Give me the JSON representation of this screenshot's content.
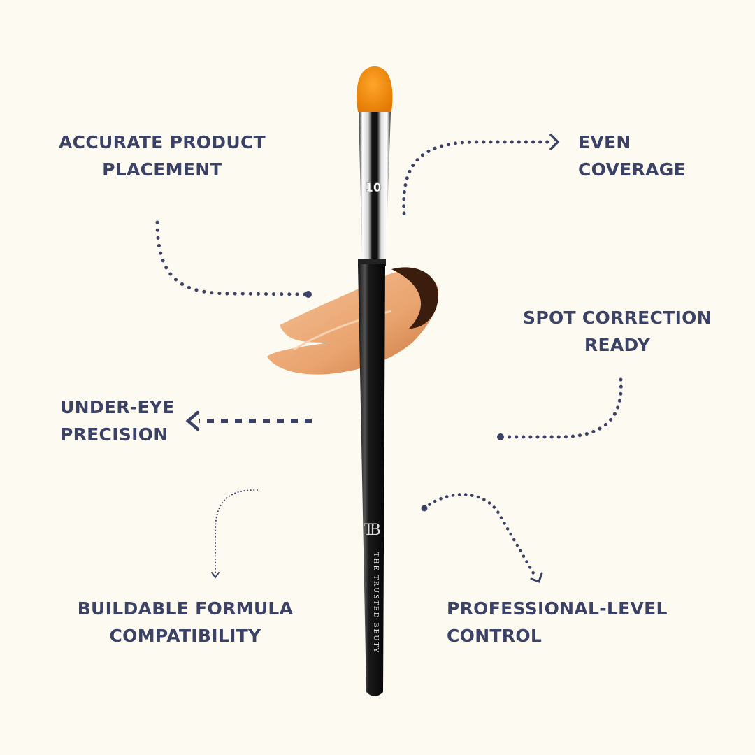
{
  "colors": {
    "background": "#fdfbf1",
    "text": "#3c4166",
    "brush_tip": "#f28a0f",
    "swatch": "#e9a36e"
  },
  "brush": {
    "size_number": "10",
    "brand_monogram": "TB",
    "brand_name": "THE TRUSTED BEUTY"
  },
  "features": [
    {
      "line1": "ACCURATE PRODUCT",
      "line2": "PLACEMENT"
    },
    {
      "line1": "EVEN",
      "line2": "COVERAGE"
    },
    {
      "line1": "SPOT CORRECTION",
      "line2": "READY"
    },
    {
      "line1": "UNDER-EYE",
      "line2": "PRECISION"
    },
    {
      "line1": "BUILDABLE FORMULA",
      "line2": "COMPATIBILITY"
    },
    {
      "line1": "PROFESSIONAL-LEVEL",
      "line2": "CONTROL"
    }
  ]
}
